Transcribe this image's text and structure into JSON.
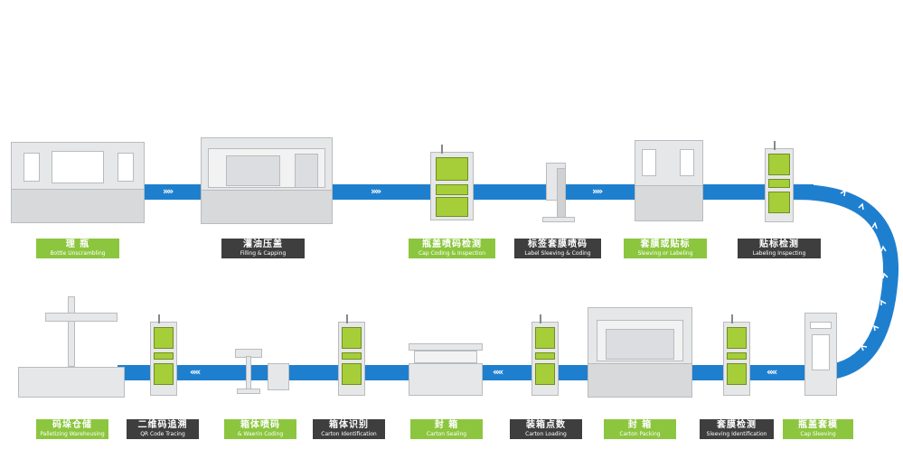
{
  "stations": [
    {
      "zh": "理 瓶",
      "en": "Bottle Unscrambling",
      "style": "green"
    },
    {
      "zh": "灌油压盖",
      "en": "Filling & Capping",
      "style": "dark"
    },
    {
      "zh": "瓶盖喷码检测",
      "en": "Cap Coding & Inspection",
      "style": "green"
    },
    {
      "zh": "标签套膜喷码",
      "en": "Label Sleeving & Coding",
      "style": "dark"
    },
    {
      "zh": "套膜或贴标",
      "en": "Sleeving or Labeling",
      "style": "green"
    },
    {
      "zh": "贴标检测",
      "en": "Labeling Inspecting",
      "style": "dark"
    },
    {
      "zh": "瓶盖套模",
      "en": "Cap Sleeving",
      "style": "green"
    },
    {
      "zh": "套膜检测",
      "en": "Sleeving Identification",
      "style": "dark"
    },
    {
      "zh": "封 箱",
      "en": "Carton Packing",
      "style": "green"
    },
    {
      "zh": "装箱点数",
      "en": "Carton Loading",
      "style": "dark"
    },
    {
      "zh": "封 箱",
      "en": "Carton Sealing",
      "style": "green"
    },
    {
      "zh": "箱体识别",
      "en": "Carton Identification",
      "style": "dark"
    },
    {
      "zh": "箱体喷码",
      "en": "& Waerin Coding",
      "style": "green"
    },
    {
      "zh": "二维码追溯",
      "en": "QR Code Tracing",
      "style": "dark"
    },
    {
      "zh": "码垛仓储",
      "en": "Palletizing Warehousing",
      "style": "green"
    }
  ],
  "colors": {
    "conveyor": "#1f7fcf",
    "green_label": "#8cc63f",
    "dark_label": "#3e3e3e",
    "panel_green": "#a6ce39",
    "machine_grey": "#e6e7e9"
  },
  "arrow_glyph": "»»"
}
